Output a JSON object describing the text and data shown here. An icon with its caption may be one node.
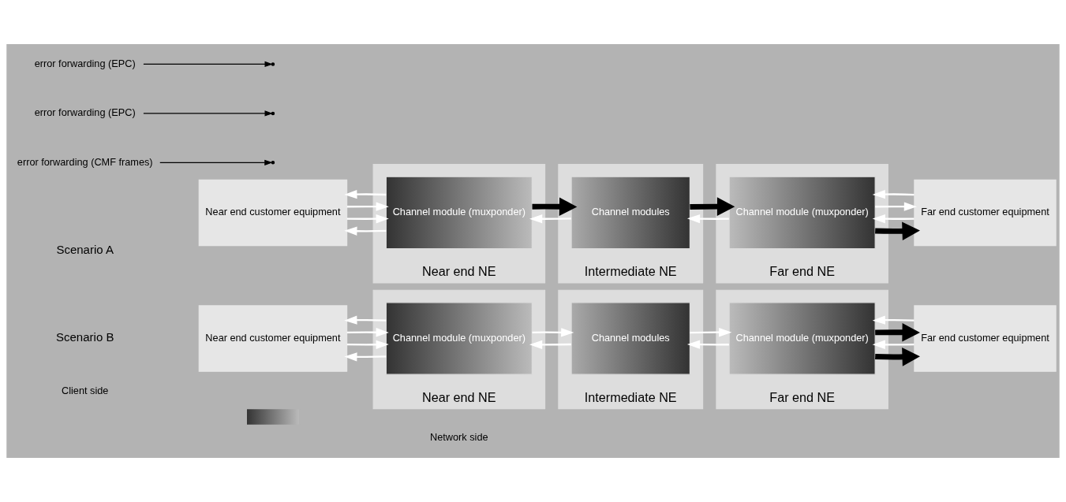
{
  "diagram": {
    "nodes": [
      {
        "text": [
          "Near end customer equipment"
        ]
      },
      {
        "text": [
          "Near end NE"
        ]
      },
      {
        "text": [
          "Channel module (muxponder)"
        ],
        "in": 1
      },
      {
        "text": [
          "Intermediate NE"
        ]
      },
      {
        "text": [
          "Channel modules"
        ],
        "in": 3
      },
      {
        "text": [
          "Far end NE"
        ]
      },
      {
        "text": [
          "Channel module (muxponder)"
        ],
        "in": 5
      },
      {
        "text": [
          "Far end customer equipment"
        ]
      },
      {
        "text": [
          "error forwarding (CMF frames)"
        ]
      },
      {
        "text": [
          "error forwarding (EPC)"
        ]
      },
      {
        "text": [
          "Near end customer equipment"
        ]
      },
      {
        "text": [
          "Near end NE"
        ]
      },
      {
        "text": [
          "Channel module (muxponder)"
        ],
        "in": 11
      },
      {
        "text": [
          "Intermediate NE"
        ]
      },
      {
        "text": [
          "Channel modules"
        ],
        "in": 13
      },
      {
        "text": [
          "Far end NE"
        ]
      },
      {
        "text": [
          "Channel module (muxponder)"
        ],
        "in": 15
      },
      {
        "text": [
          "Far end customer equipment"
        ]
      },
      {
        "text": [
          "error forwarding (EPC)"
        ]
      },
      {
        "text": [],
        "shape": "bar"
      }
    ],
    "edges": [
      {
        "from": 0,
        "to": 2,
        "arrow": "to"
      },
      {
        "from": 2,
        "to": 0,
        "arrow": "to"
      },
      {
        "from": 0,
        "to": 2,
        "arrow": "to"
      },
      {
        "from": 2,
        "to": 0,
        "arrow": "to"
      },
      {
        "from": 2,
        "to": 4,
        "arrow": "to",
        "style": "thick",
        "color": "#000000"
      },
      {
        "from": 4,
        "to": 6,
        "arrow": "to",
        "style": "thick",
        "color": "#000000"
      },
      {
        "from": 6,
        "to": 7,
        "arrow": "to",
        "style": "thick",
        "color": "#000000"
      },
      {
        "from": 4,
        "to": 2,
        "arrow": "to"
      },
      {
        "from": 6,
        "to": 4,
        "arrow": "to"
      },
      {
        "from": 7,
        "to": 6,
        "arrow": "to"
      },
      {
        "from": 6,
        "to": 7,
        "arrow": "to"
      },
      {
        "from": 7,
        "to": 6,
        "arrow": "to"
      },
      {
        "from": 8,
        "to": null,
        "arrow": "to",
        "color": "#000000"
      },
      {
        "from": 9,
        "to": null,
        "arrow": "to",
        "color": "#000000"
      },
      {
        "from": 10,
        "to": 12,
        "arrow": "to"
      },
      {
        "from": 12,
        "to": 10,
        "arrow": "to"
      },
      {
        "from": 10,
        "to": 12,
        "arrow": "to"
      },
      {
        "from": 12,
        "to": 10,
        "arrow": "to"
      },
      {
        "from": 12,
        "to": 14,
        "arrow": "to"
      },
      {
        "from": 14,
        "to": 12,
        "arrow": "to"
      },
      {
        "from": 14,
        "to": 16,
        "arrow": "to"
      },
      {
        "from": 16,
        "to": 14,
        "arrow": "to"
      },
      {
        "from": 16,
        "to": 17,
        "arrow": "to",
        "style": "thick",
        "color": "#000000"
      },
      {
        "from": 17,
        "to": 16,
        "arrow": "to"
      },
      {
        "from": 16,
        "to": 17,
        "arrow": "to",
        "style": "thick",
        "color": "#000000"
      },
      {
        "from": 17,
        "to": 16,
        "arrow": "to"
      },
      {
        "from": 18,
        "to": null,
        "arrow": "to",
        "color": "#000000"
      }
    ],
    "labels": [
      "Scenario A",
      "Scenario B",
      "Client side",
      "Network side"
    ]
  }
}
